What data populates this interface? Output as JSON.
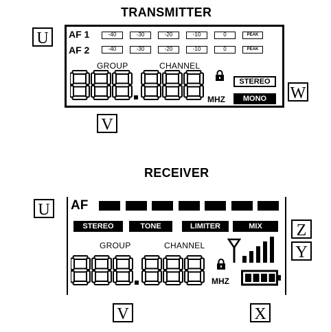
{
  "transmitter": {
    "title": "TRANSMITTER",
    "af1_label": "AF 1",
    "af2_label": "AF 2",
    "scale": [
      "-40",
      "-30",
      "-20",
      "-10",
      "0"
    ],
    "peak_label": "PEAK",
    "group_label": "GROUP",
    "channel_label": "CHANNEL",
    "stereo_label": "STEREO",
    "mono_label": "MONO",
    "unit_label": "MHZ"
  },
  "receiver": {
    "title": "RECEIVER",
    "af_label": "AF",
    "af_bar_count": 7,
    "mode_labels": [
      "STEREO",
      "TONE",
      "LIMITER",
      "MIX"
    ],
    "group_label": "GROUP",
    "channel_label": "CHANNEL",
    "unit_label": "MHZ",
    "signal_bars": 5,
    "battery_segments": 4
  },
  "callouts": {
    "tx_u": "U",
    "tx_v": "V",
    "tx_w": "W",
    "rx_u": "U",
    "rx_v": "V",
    "rx_x": "X",
    "rx_y": "Y",
    "rx_z": "Z"
  },
  "icons": [
    "lock-icon",
    "antenna-icon",
    "signal-bars-icon",
    "battery-icon",
    "seven-segment-display"
  ]
}
